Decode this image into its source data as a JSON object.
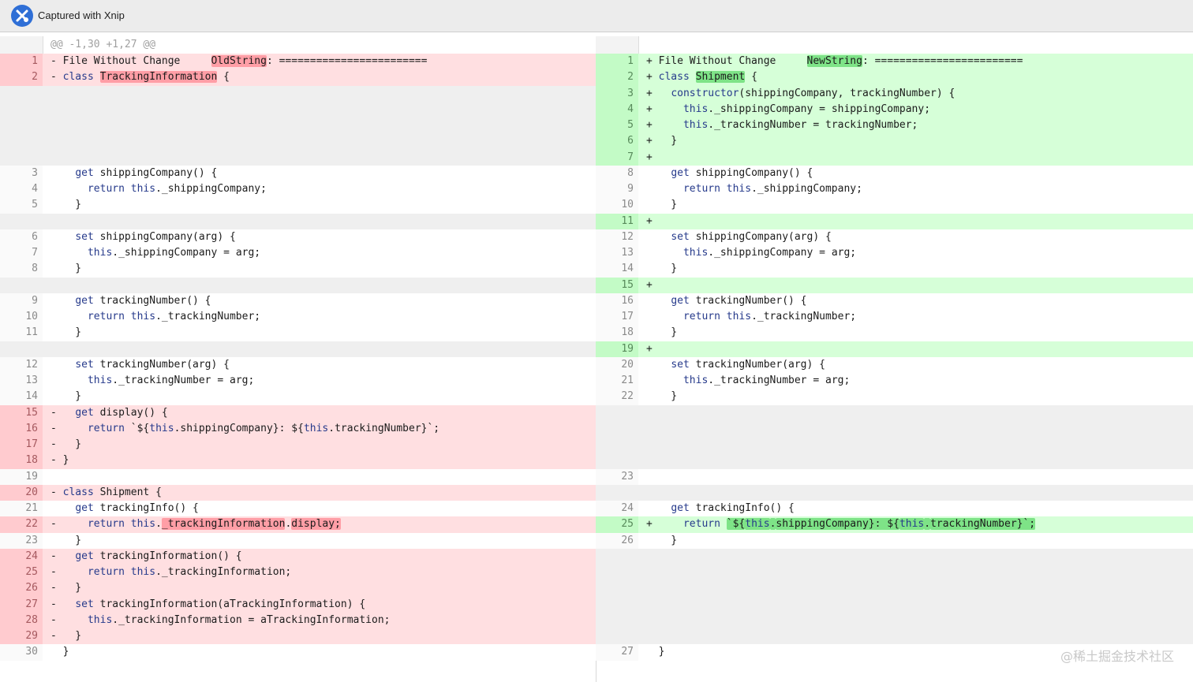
{
  "titlebar": {
    "app_title": "Captured with Xnip",
    "app_icon": "xnip-app-icon"
  },
  "hunk_header": "@@ -1,30 +1,27 @@",
  "watermark": "@稀土掘金技术社区",
  "left_rows": [
    {
      "t": "del",
      "n": "1",
      "s": [
        {
          "x": "- "
        },
        {
          "x": "File Without Change     "
        },
        {
          "x": "OldString",
          "h": 1
        },
        {
          "x": ": ========================"
        }
      ]
    },
    {
      "t": "del",
      "n": "2",
      "s": [
        {
          "x": "- "
        },
        {
          "x": "class",
          "k": 1
        },
        {
          "x": " "
        },
        {
          "x": "TrackingInformation",
          "h": 1
        },
        {
          "x": " {"
        }
      ]
    },
    {
      "t": "empty",
      "n": ""
    },
    {
      "t": "empty",
      "n": ""
    },
    {
      "t": "empty",
      "n": ""
    },
    {
      "t": "empty",
      "n": ""
    },
    {
      "t": "empty",
      "n": ""
    },
    {
      "t": "ctx",
      "n": "3",
      "s": [
        {
          "x": "    "
        },
        {
          "x": "get",
          "k": 1
        },
        {
          "x": " shippingCompany() {"
        }
      ]
    },
    {
      "t": "ctx",
      "n": "4",
      "s": [
        {
          "x": "      "
        },
        {
          "x": "return this",
          "k": 1
        },
        {
          "x": "._shippingCompany;"
        }
      ]
    },
    {
      "t": "ctx",
      "n": "5",
      "s": [
        {
          "x": "    }"
        }
      ]
    },
    {
      "t": "empty",
      "n": ""
    },
    {
      "t": "ctx",
      "n": "6",
      "s": [
        {
          "x": "    "
        },
        {
          "x": "set",
          "k": 1
        },
        {
          "x": " shippingCompany(arg) {"
        }
      ]
    },
    {
      "t": "ctx",
      "n": "7",
      "s": [
        {
          "x": "      "
        },
        {
          "x": "this",
          "k": 1
        },
        {
          "x": "._shippingCompany = arg;"
        }
      ]
    },
    {
      "t": "ctx",
      "n": "8",
      "s": [
        {
          "x": "    }"
        }
      ]
    },
    {
      "t": "empty",
      "n": ""
    },
    {
      "t": "ctx",
      "n": "9",
      "s": [
        {
          "x": "    "
        },
        {
          "x": "get",
          "k": 1
        },
        {
          "x": " trackingNumber() {"
        }
      ]
    },
    {
      "t": "ctx",
      "n": "10",
      "s": [
        {
          "x": "      "
        },
        {
          "x": "return this",
          "k": 1
        },
        {
          "x": "._trackingNumber;"
        }
      ]
    },
    {
      "t": "ctx",
      "n": "11",
      "s": [
        {
          "x": "    }"
        }
      ]
    },
    {
      "t": "empty",
      "n": ""
    },
    {
      "t": "ctx",
      "n": "12",
      "s": [
        {
          "x": "    "
        },
        {
          "x": "set",
          "k": 1
        },
        {
          "x": " trackingNumber(arg) {"
        }
      ]
    },
    {
      "t": "ctx",
      "n": "13",
      "s": [
        {
          "x": "      "
        },
        {
          "x": "this",
          "k": 1
        },
        {
          "x": "._trackingNumber = arg;"
        }
      ]
    },
    {
      "t": "ctx",
      "n": "14",
      "s": [
        {
          "x": "    }"
        }
      ]
    },
    {
      "t": "del",
      "n": "15",
      "s": [
        {
          "x": "-   "
        },
        {
          "x": "get",
          "k": 1
        },
        {
          "x": " display() {"
        }
      ]
    },
    {
      "t": "del",
      "n": "16",
      "s": [
        {
          "x": "-     "
        },
        {
          "x": "return",
          "k": 1
        },
        {
          "x": " `${"
        },
        {
          "x": "this",
          "k": 1
        },
        {
          "x": ".shippingCompany}: ${"
        },
        {
          "x": "this",
          "k": 1
        },
        {
          "x": ".trackingNumber}`;"
        }
      ]
    },
    {
      "t": "del",
      "n": "17",
      "s": [
        {
          "x": "-   }"
        }
      ]
    },
    {
      "t": "del",
      "n": "18",
      "s": [
        {
          "x": "- }"
        }
      ]
    },
    {
      "t": "ctx",
      "n": "19",
      "s": []
    },
    {
      "t": "del",
      "n": "20",
      "s": [
        {
          "x": "- "
        },
        {
          "x": "class",
          "k": 1
        },
        {
          "x": " Shipment {"
        }
      ]
    },
    {
      "t": "ctx",
      "n": "21",
      "s": [
        {
          "x": "    "
        },
        {
          "x": "get",
          "k": 1
        },
        {
          "x": " trackingInfo() {"
        }
      ]
    },
    {
      "t": "del",
      "n": "22",
      "s": [
        {
          "x": "-     "
        },
        {
          "x": "return this",
          "k": 1
        },
        {
          "x": "."
        },
        {
          "x": "_trackingInformation",
          "h": 1
        },
        {
          "x": "."
        },
        {
          "x": "display;",
          "h": 1
        }
      ]
    },
    {
      "t": "ctx",
      "n": "23",
      "s": [
        {
          "x": "    }"
        }
      ]
    },
    {
      "t": "del",
      "n": "24",
      "s": [
        {
          "x": "-   "
        },
        {
          "x": "get",
          "k": 1
        },
        {
          "x": " trackingInformation() {"
        }
      ]
    },
    {
      "t": "del",
      "n": "25",
      "s": [
        {
          "x": "-     "
        },
        {
          "x": "return this",
          "k": 1
        },
        {
          "x": "._trackingInformation;"
        }
      ]
    },
    {
      "t": "del",
      "n": "26",
      "s": [
        {
          "x": "-   }"
        }
      ]
    },
    {
      "t": "del",
      "n": "27",
      "s": [
        {
          "x": "-   "
        },
        {
          "x": "set",
          "k": 1
        },
        {
          "x": " trackingInformation(aTrackingInformation) {"
        }
      ]
    },
    {
      "t": "del",
      "n": "28",
      "s": [
        {
          "x": "-     "
        },
        {
          "x": "this",
          "k": 1
        },
        {
          "x": "._trackingInformation = aTrackingInformation;"
        }
      ]
    },
    {
      "t": "del",
      "n": "29",
      "s": [
        {
          "x": "-   }"
        }
      ]
    },
    {
      "t": "ctx",
      "n": "30",
      "s": [
        {
          "x": "  }"
        }
      ]
    }
  ],
  "right_rows": [
    {
      "t": "add",
      "n": "1",
      "s": [
        {
          "x": "+ "
        },
        {
          "x": "File Without Change     "
        },
        {
          "x": "NewString",
          "h": 1
        },
        {
          "x": ": ========================"
        }
      ]
    },
    {
      "t": "add",
      "n": "2",
      "s": [
        {
          "x": "+ "
        },
        {
          "x": "class",
          "k": 1
        },
        {
          "x": " "
        },
        {
          "x": "Shipment",
          "h": 1
        },
        {
          "x": " {"
        }
      ]
    },
    {
      "t": "add",
      "n": "3",
      "s": [
        {
          "x": "+   "
        },
        {
          "x": "constructor",
          "k": 1
        },
        {
          "x": "(shippingCompany, trackingNumber) {"
        }
      ]
    },
    {
      "t": "add",
      "n": "4",
      "s": [
        {
          "x": "+     "
        },
        {
          "x": "this",
          "k": 1
        },
        {
          "x": "._shippingCompany = shippingCompany;"
        }
      ]
    },
    {
      "t": "add",
      "n": "5",
      "s": [
        {
          "x": "+     "
        },
        {
          "x": "this",
          "k": 1
        },
        {
          "x": "._trackingNumber = trackingNumber;"
        }
      ]
    },
    {
      "t": "add",
      "n": "6",
      "s": [
        {
          "x": "+   }"
        }
      ]
    },
    {
      "t": "add",
      "n": "7",
      "s": [
        {
          "x": "+"
        }
      ]
    },
    {
      "t": "ctx",
      "n": "8",
      "s": [
        {
          "x": "    "
        },
        {
          "x": "get",
          "k": 1
        },
        {
          "x": " shippingCompany() {"
        }
      ]
    },
    {
      "t": "ctx",
      "n": "9",
      "s": [
        {
          "x": "      "
        },
        {
          "x": "return this",
          "k": 1
        },
        {
          "x": "._shippingCompany;"
        }
      ]
    },
    {
      "t": "ctx",
      "n": "10",
      "s": [
        {
          "x": "    }"
        }
      ]
    },
    {
      "t": "add",
      "n": "11",
      "s": [
        {
          "x": "+"
        }
      ]
    },
    {
      "t": "ctx",
      "n": "12",
      "s": [
        {
          "x": "    "
        },
        {
          "x": "set",
          "k": 1
        },
        {
          "x": " shippingCompany(arg) {"
        }
      ]
    },
    {
      "t": "ctx",
      "n": "13",
      "s": [
        {
          "x": "      "
        },
        {
          "x": "this",
          "k": 1
        },
        {
          "x": "._shippingCompany = arg;"
        }
      ]
    },
    {
      "t": "ctx",
      "n": "14",
      "s": [
        {
          "x": "    }"
        }
      ]
    },
    {
      "t": "add",
      "n": "15",
      "s": [
        {
          "x": "+"
        }
      ]
    },
    {
      "t": "ctx",
      "n": "16",
      "s": [
        {
          "x": "    "
        },
        {
          "x": "get",
          "k": 1
        },
        {
          "x": " trackingNumber() {"
        }
      ]
    },
    {
      "t": "ctx",
      "n": "17",
      "s": [
        {
          "x": "      "
        },
        {
          "x": "return this",
          "k": 1
        },
        {
          "x": "._trackingNumber;"
        }
      ]
    },
    {
      "t": "ctx",
      "n": "18",
      "s": [
        {
          "x": "    }"
        }
      ]
    },
    {
      "t": "add",
      "n": "19",
      "s": [
        {
          "x": "+"
        }
      ]
    },
    {
      "t": "ctx",
      "n": "20",
      "s": [
        {
          "x": "    "
        },
        {
          "x": "set",
          "k": 1
        },
        {
          "x": " trackingNumber(arg) {"
        }
      ]
    },
    {
      "t": "ctx",
      "n": "21",
      "s": [
        {
          "x": "      "
        },
        {
          "x": "this",
          "k": 1
        },
        {
          "x": "._trackingNumber = arg;"
        }
      ]
    },
    {
      "t": "ctx",
      "n": "22",
      "s": [
        {
          "x": "    }"
        }
      ]
    },
    {
      "t": "empty",
      "n": ""
    },
    {
      "t": "empty",
      "n": ""
    },
    {
      "t": "empty",
      "n": ""
    },
    {
      "t": "empty",
      "n": ""
    },
    {
      "t": "ctx",
      "n": "23",
      "s": []
    },
    {
      "t": "empty",
      "n": ""
    },
    {
      "t": "ctx",
      "n": "24",
      "s": [
        {
          "x": "    "
        },
        {
          "x": "get",
          "k": 1
        },
        {
          "x": " trackingInfo() {"
        }
      ]
    },
    {
      "t": "add",
      "n": "25",
      "s": [
        {
          "x": "+     "
        },
        {
          "x": "return",
          "k": 1
        },
        {
          "x": " "
        },
        {
          "x": "`${",
          "h": 1
        },
        {
          "x": "this",
          "k": 1,
          "h": 1
        },
        {
          "x": ".",
          "h": 1
        },
        {
          "x": "shippingCompany}: ${",
          "h": 1
        },
        {
          "x": "this",
          "k": 1,
          "h": 1
        },
        {
          "x": ".",
          "h": 1
        },
        {
          "x": "trackingNumber}`;",
          "h": 1
        }
      ]
    },
    {
      "t": "ctx",
      "n": "26",
      "s": [
        {
          "x": "    }"
        }
      ]
    },
    {
      "t": "empty",
      "n": ""
    },
    {
      "t": "empty",
      "n": ""
    },
    {
      "t": "empty",
      "n": ""
    },
    {
      "t": "empty",
      "n": ""
    },
    {
      "t": "empty",
      "n": ""
    },
    {
      "t": "empty",
      "n": ""
    },
    {
      "t": "ctx",
      "n": "27",
      "s": [
        {
          "x": "  }"
        }
      ]
    }
  ]
}
